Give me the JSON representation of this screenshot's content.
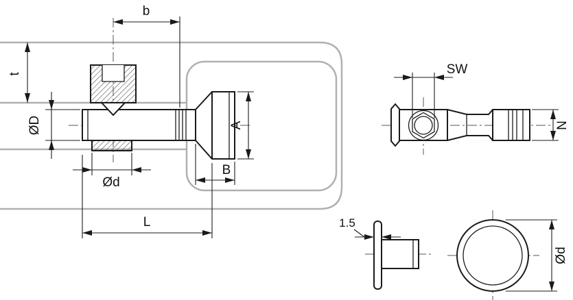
{
  "drawing": {
    "kind": "technical-dimension-drawing",
    "labels": {
      "b": "b",
      "t": "t",
      "dia_D": "ØD",
      "dia_d": "Ød",
      "A": "A",
      "B": "B",
      "L": "L",
      "SW": "SW",
      "N": "N",
      "thickness": "1.5",
      "dia_d_detail": "Ød"
    },
    "colors": {
      "line": "#1a1a1a",
      "profile": "#b0b0b0",
      "centerline": "#555555",
      "dimension": "#1a1a1a",
      "background": "#ffffff"
    }
  }
}
